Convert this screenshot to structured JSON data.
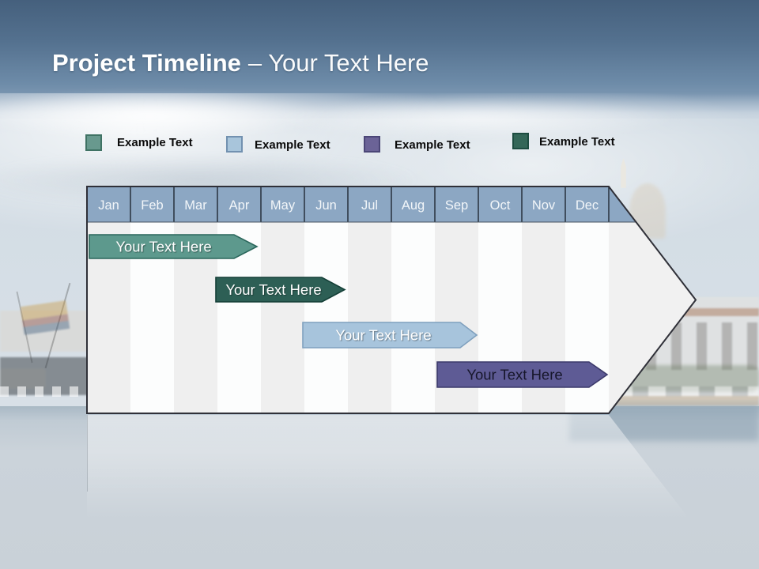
{
  "title": {
    "bold": "Project Timeline",
    "regular": "– Your Text Here"
  },
  "legend": {
    "items": [
      {
        "label": "Example Text",
        "color": "#68998E",
        "border": "#3F7264"
      },
      {
        "label": "Example Text",
        "color": "#A8C5DB",
        "border": "#7291B0"
      },
      {
        "label": "Example Text",
        "color": "#6B6397",
        "border": "#4B4677"
      },
      {
        "label": "Example Text",
        "color": "#346758",
        "border": "#1E4D41"
      }
    ]
  },
  "timeline": {
    "months": [
      "Jan",
      "Feb",
      "Mar",
      "Apr",
      "May",
      "Jun",
      "Jul",
      "Aug",
      "Sep",
      "Oct",
      "Nov",
      "Dec"
    ],
    "header_color": "#8CA7C3",
    "tasks": [
      {
        "label": "Your Text Here",
        "color": "#5D998D",
        "border": "#2A665B",
        "text_color": "#FFFFFF"
      },
      {
        "label": "Your Text Here",
        "color": "#2D5F55",
        "border": "#143F37",
        "text_color": "#FFFFFF"
      },
      {
        "label": "Your Text Here",
        "color": "#A7C4DC",
        "border": "#7FA0BE",
        "text_color": "#FFFFFF"
      },
      {
        "label": "Your Text Here",
        "color": "#5E5B95",
        "border": "#3C3A6B",
        "text_color": "#16162A"
      }
    ]
  }
}
